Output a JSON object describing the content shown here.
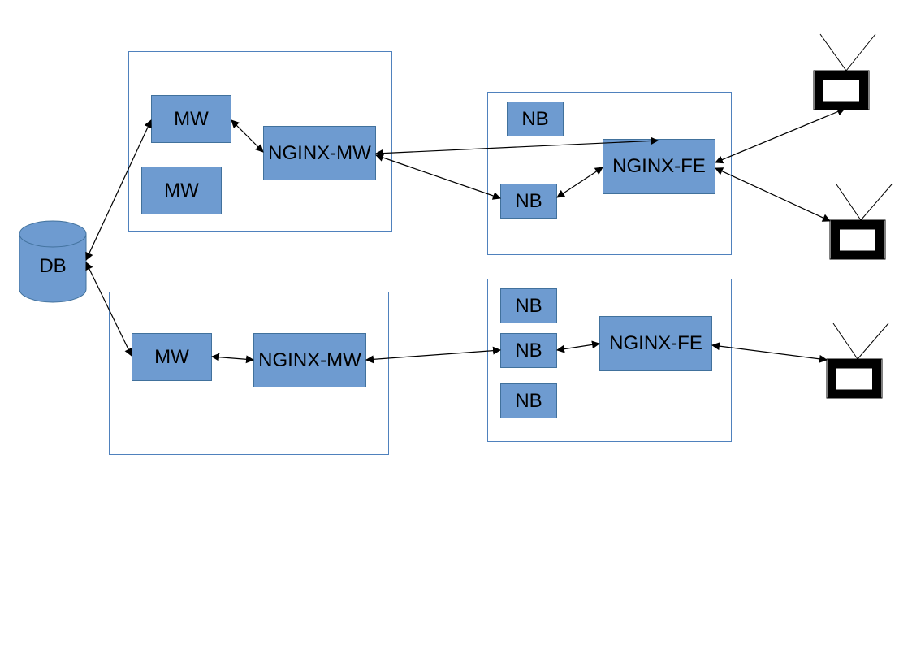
{
  "db": {
    "label": "DB"
  },
  "labels": {
    "mw": "MW",
    "nginx_mw": "NGINX-MW",
    "nb": "NB",
    "nginx_fe": "NGINX-FE"
  },
  "colors": {
    "node_fill": "#6e9bd0",
    "node_border": "#41719c",
    "container_border": "#4f81bd",
    "tv_frame": "#000000"
  }
}
